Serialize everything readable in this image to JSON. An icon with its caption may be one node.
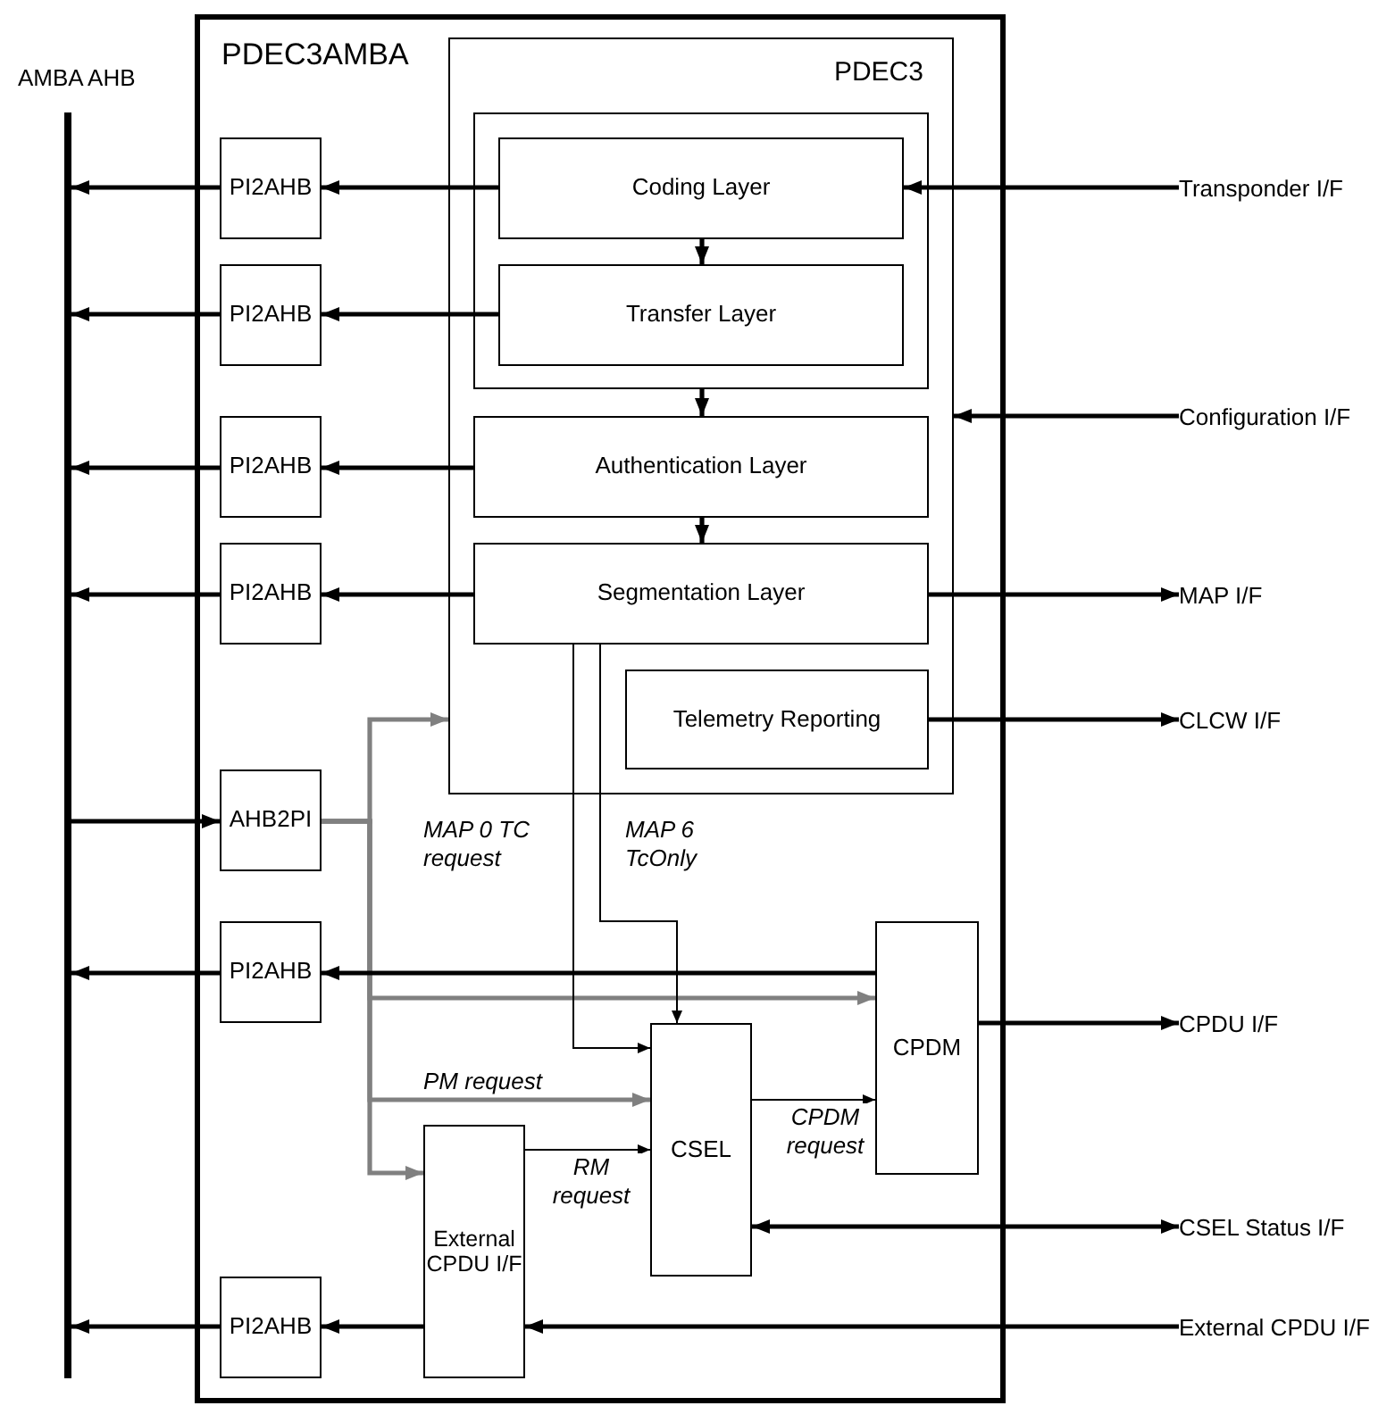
{
  "diagram": {
    "nodes": [
      {
        "text": [
          "PDEC3AMBA"
        ]
      },
      {
        "text": [
          "PDEC3"
        ],
        "in": 0
      },
      {
        "text": [],
        "shape": "box",
        "in": 1
      },
      {
        "text": [
          "Coding Layer"
        ],
        "in": 2
      },
      {
        "text": [
          "Transfer Layer"
        ],
        "in": 2
      },
      {
        "text": [
          "Authentication Layer"
        ],
        "in": 1
      },
      {
        "text": [
          "Segmentation Layer"
        ],
        "in": 1
      },
      {
        "text": [
          "Telemetry Reporting"
        ],
        "in": 1
      },
      {
        "text": [
          "PI2AHB"
        ],
        "in": 0
      },
      {
        "text": [
          "PI2AHB"
        ],
        "in": 0
      },
      {
        "text": [
          "PI2AHB"
        ],
        "in": 0
      },
      {
        "text": [
          "PI2AHB"
        ],
        "in": 0
      },
      {
        "text": [
          "AHB2PI"
        ],
        "in": 0
      },
      {
        "text": [
          "PI2AHB"
        ],
        "in": 0
      },
      {
        "text": [
          "PI2AHB"
        ],
        "in": 0
      },
      {
        "text": [
          "CPDM"
        ],
        "in": 0
      },
      {
        "text": [
          "CSEL"
        ],
        "in": 0
      },
      {
        "text": [
          "External CPDU I/F"
        ],
        "in": 0
      },
      {
        "text": [
          "AMBA AHB"
        ]
      },
      {
        "text": [
          "Transponder I/F"
        ]
      },
      {
        "text": [
          "Configuration I/F"
        ]
      },
      {
        "text": [
          "MAP I/F"
        ]
      },
      {
        "text": [
          "CLCW I/F"
        ]
      },
      {
        "text": [
          "CPDU I/F"
        ]
      },
      {
        "text": [
          "CSEL Status I/F"
        ]
      },
      {
        "text": [
          "External CPDU I/F"
        ]
      }
    ],
    "edges": [
      {
        "from": 3,
        "to": 8,
        "arrow": "to"
      },
      {
        "from": 8,
        "to": 18,
        "arrow": "to"
      },
      {
        "from": 4,
        "to": 9,
        "arrow": "to"
      },
      {
        "from": 9,
        "to": 18,
        "arrow": "to"
      },
      {
        "from": 5,
        "to": 10,
        "arrow": "to"
      },
      {
        "from": 10,
        "to": 18,
        "arrow": "to"
      },
      {
        "from": 6,
        "to": 11,
        "arrow": "to"
      },
      {
        "from": 11,
        "to": 18,
        "arrow": "to"
      },
      {
        "from": 18,
        "to": 12,
        "arrow": "to"
      },
      {
        "from": 12,
        "to": 1,
        "arrow": "to",
        "color": "#808080"
      },
      {
        "from": 12,
        "to": 15,
        "arrow": "to",
        "color": "#808080"
      },
      {
        "from": 12,
        "to": 16,
        "arrow": "to",
        "label": "PM request",
        "color": "#808080"
      },
      {
        "from": 12,
        "to": 17,
        "arrow": "to",
        "color": "#808080"
      },
      {
        "from": 3,
        "to": 4,
        "arrow": "to"
      },
      {
        "from": 2,
        "to": 5,
        "arrow": "to"
      },
      {
        "from": 5,
        "to": 6,
        "arrow": "to"
      },
      {
        "from": 19,
        "to": 3,
        "arrow": "to"
      },
      {
        "from": 20,
        "to": 1,
        "arrow": "to"
      },
      {
        "from": 6,
        "to": 21,
        "arrow": "to"
      },
      {
        "from": 7,
        "to": 22,
        "arrow": "to"
      },
      {
        "from": 15,
        "to": 13,
        "arrow": "to"
      },
      {
        "from": 13,
        "to": 18,
        "arrow": "to"
      },
      {
        "from": 15,
        "to": 23,
        "arrow": "to"
      },
      {
        "from": 6,
        "to": 16,
        "arrow": "to",
        "label": "MAP 0 TC request"
      },
      {
        "from": 6,
        "to": 16,
        "arrow": "to",
        "label": "MAP 6 TcOnly"
      },
      {
        "from": 16,
        "to": 15,
        "arrow": "to",
        "label": "CPDM request"
      },
      {
        "from": 17,
        "to": 16,
        "arrow": "to",
        "label": "RM request"
      },
      {
        "from": 24,
        "to": 16,
        "arrow": "both"
      },
      {
        "from": 25,
        "to": 17,
        "arrow": "to"
      },
      {
        "from": 17,
        "to": 14,
        "arrow": "to"
      },
      {
        "from": 14,
        "to": 18,
        "arrow": "to"
      }
    ]
  }
}
